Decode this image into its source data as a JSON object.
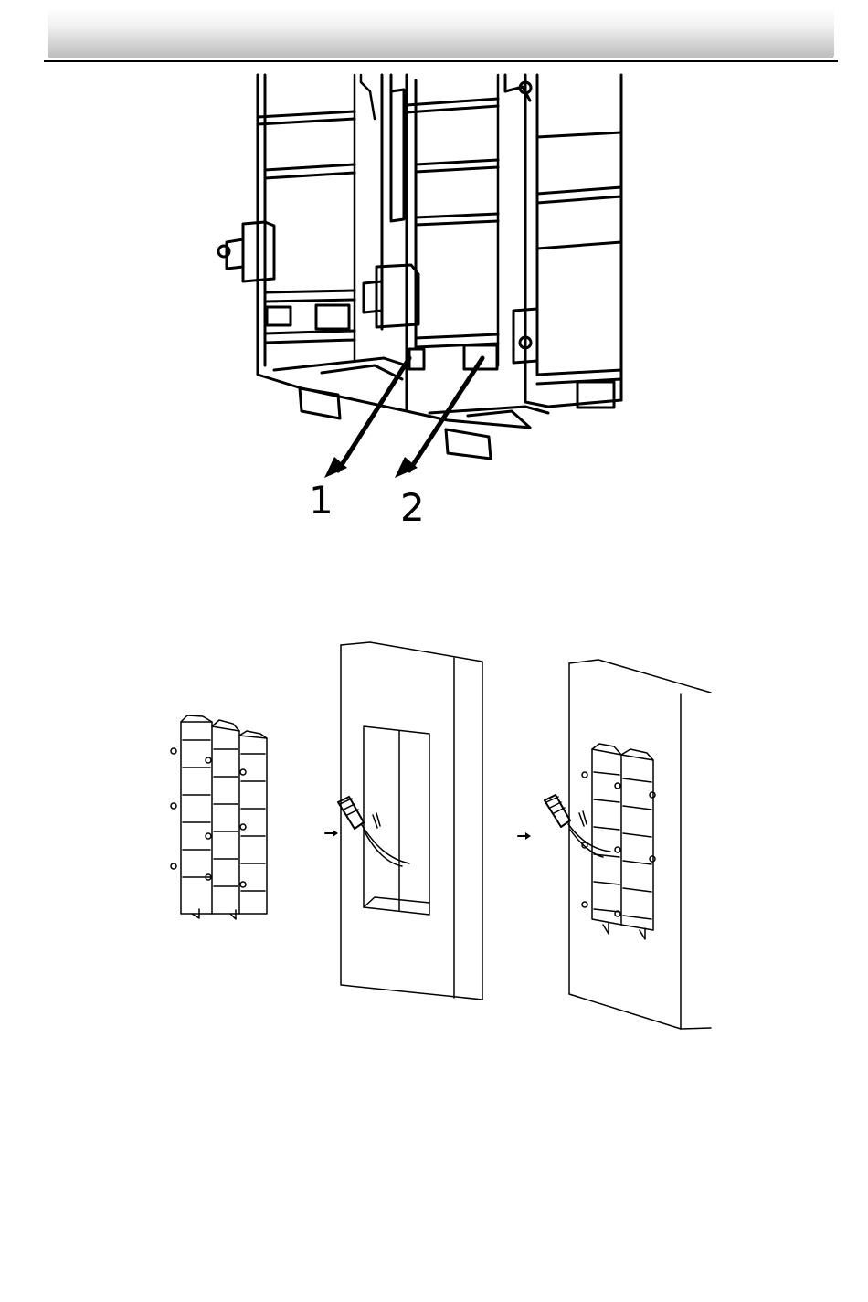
{
  "figure1": {
    "callouts": [
      "1",
      "2"
    ]
  },
  "figure2": {
    "steps": [
      "back-box",
      "wall-with-cable",
      "installed-back-box"
    ]
  },
  "colors": {
    "header_gradient_top": "#ffffff",
    "header_gradient_bottom": "#bcbcbc",
    "rule": "#000000",
    "line_art": "#000000"
  },
  "icons": [
    "arrow-right-icon"
  ]
}
